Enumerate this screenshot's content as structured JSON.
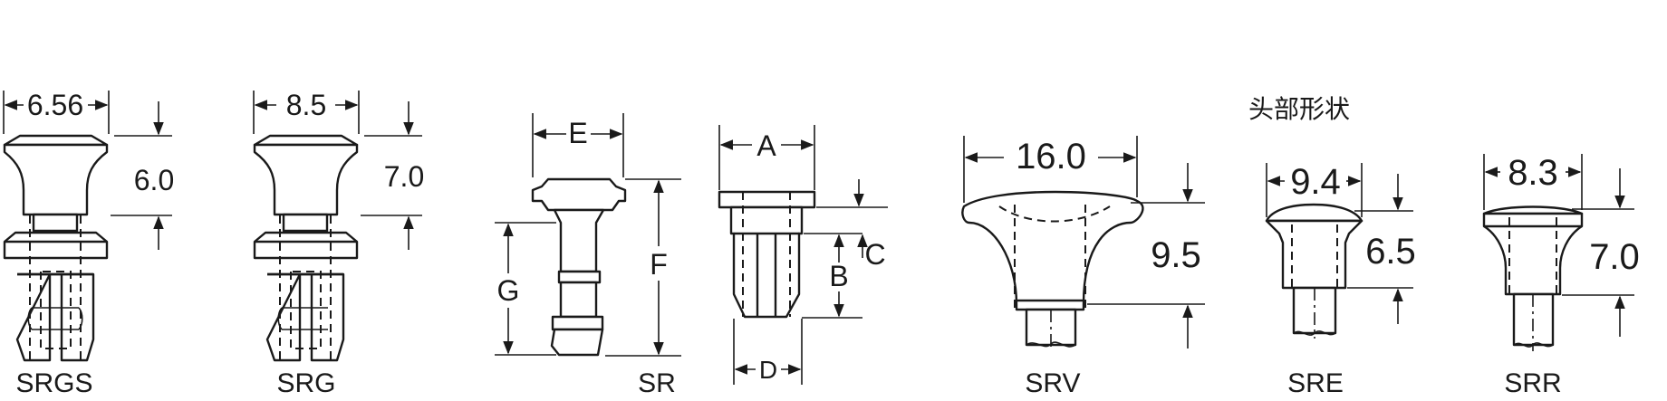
{
  "header": "头部形状",
  "parts": [
    {
      "code": "SRGS",
      "dims": {
        "width": "6.56",
        "height": "6.0"
      }
    },
    {
      "code": "SRG",
      "dims": {
        "width": "8.5",
        "height": "7.0"
      }
    },
    {
      "code": "SR",
      "dims": {
        "A": "A",
        "B": "B",
        "C": "C",
        "D": "D",
        "E": "E",
        "F": "F",
        "G": "G"
      }
    },
    {
      "code": "SRV",
      "dims": {
        "width": "16.0",
        "height": "9.5"
      }
    },
    {
      "code": "SRE",
      "dims": {
        "width": "9.4",
        "height": "6.5"
      }
    },
    {
      "code": "SRR",
      "dims": {
        "width": "8.3",
        "height": "7.0"
      }
    }
  ]
}
